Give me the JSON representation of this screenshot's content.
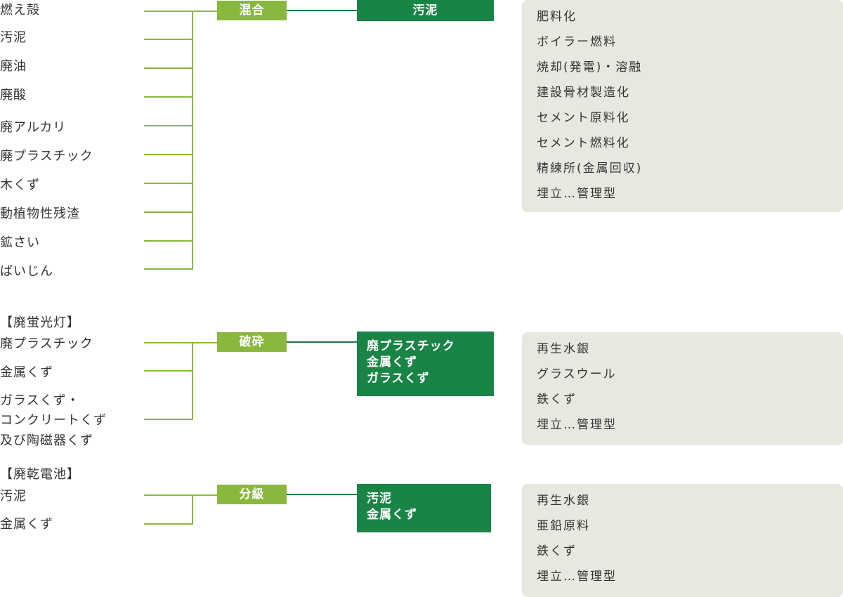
{
  "colors": {
    "process_box": "#8ab83e",
    "result_box": "#1a8447",
    "connector_line": "#8ab83e",
    "link_line": "#1a7a44",
    "panel_bg": "#e8e7e0",
    "text": "#333333"
  },
  "groups": [
    {
      "header": "",
      "inputs": [
        "燃え殻",
        "汚泥",
        "廃油",
        "廃酸",
        "廃アルカリ",
        "廃プラスチック",
        "木くず",
        "動植物性残渣",
        "鉱さい",
        "ばいじん"
      ],
      "process": "混合",
      "result_lines": [
        "汚泥"
      ],
      "uses": [
        "肥料化",
        "ボイラー燃料",
        "焼却(発電)・溶融",
        "建設骨材製造化",
        "セメント原料化",
        "セメント燃料化",
        "精練所(金属回収)",
        "埋立…管理型"
      ]
    },
    {
      "header": "【廃蛍光灯】",
      "inputs": [
        "廃プラスチック",
        "金属くず",
        "ガラスくず・",
        "コンクリートくず",
        "及び陶磁器くず"
      ],
      "process": "破砕",
      "result_lines": [
        "廃プラスチック",
        "金属くず",
        "ガラスくず"
      ],
      "uses": [
        "再生水銀",
        "グラスウール",
        "鉄くず",
        "埋立…管理型"
      ]
    },
    {
      "header": "【廃乾電池】",
      "inputs": [
        "汚泥",
        "金属くず"
      ],
      "process": "分級",
      "result_lines": [
        "汚泥",
        "金属くず"
      ],
      "uses": [
        "再生水銀",
        "亜鉛原料",
        "鉄くず",
        "埋立…管理型"
      ]
    }
  ]
}
